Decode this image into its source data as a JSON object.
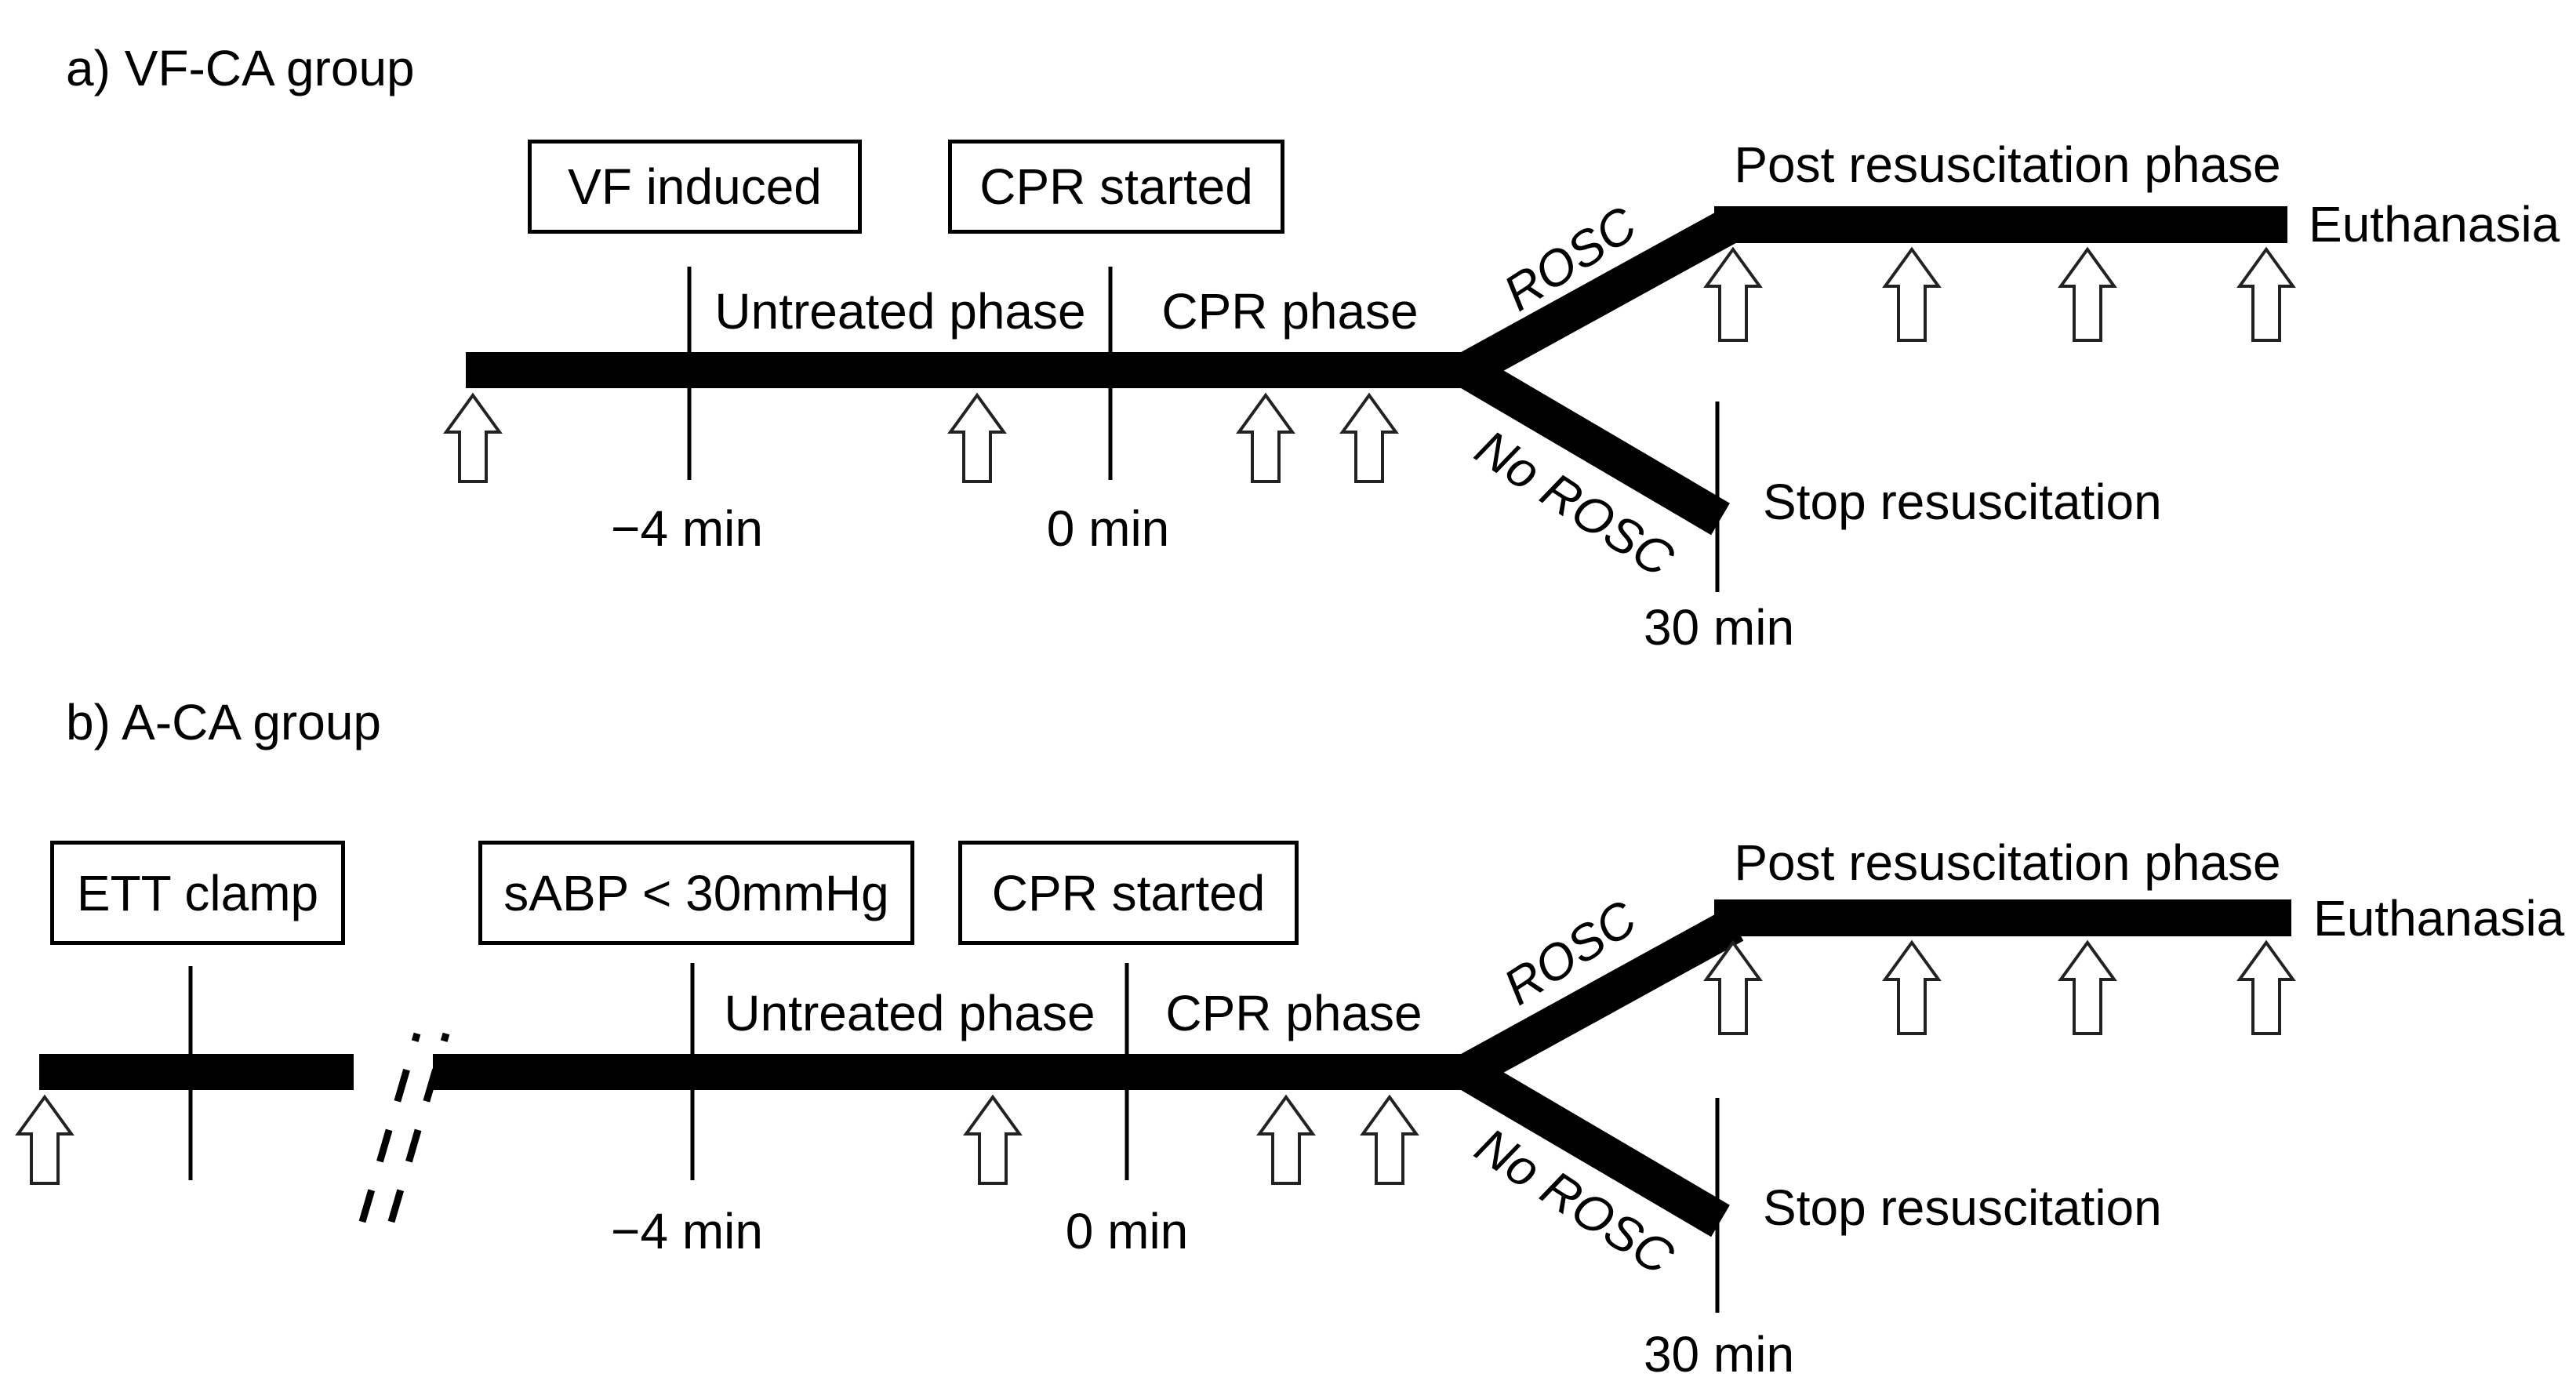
{
  "figure": {
    "background_color": "#ffffff",
    "bar_color": "#000000",
    "arrow_fill_color": "#ffffff",
    "panel_a": {
      "title": "a) VF-CA group",
      "event_boxes": {
        "vf_induced": "VF induced",
        "cpr_started": "CPR started"
      },
      "phases": {
        "untreated": "Untreated phase",
        "cpr": "CPR phase",
        "post_resuscitation": "Post resuscitation phase"
      },
      "branches": {
        "rosc": "ROSC",
        "no_rosc": "No ROSC"
      },
      "outcomes": {
        "euthanasia": "Euthanasia",
        "stop_resuscitation": "Stop resuscitation"
      },
      "timepoints": {
        "minus_4_min": "−4 min",
        "zero_min": "0 min",
        "thirty_min": "30 min"
      }
    },
    "panel_b": {
      "title": "b) A-CA group",
      "event_boxes": {
        "ett_clamp": "ETT clamp",
        "sabp": "sABP < 30mmHg",
        "cpr_started": "CPR started"
      },
      "phases": {
        "untreated": "Untreated phase",
        "cpr": "CPR phase",
        "post_resuscitation": "Post resuscitation phase"
      },
      "branches": {
        "rosc": "ROSC",
        "no_rosc": "No ROSC"
      },
      "outcomes": {
        "euthanasia": "Euthanasia",
        "stop_resuscitation": "Stop resuscitation"
      },
      "timepoints": {
        "minus_4_min": "−4 min",
        "zero_min": "0 min",
        "thirty_min": "30 min"
      }
    }
  }
}
